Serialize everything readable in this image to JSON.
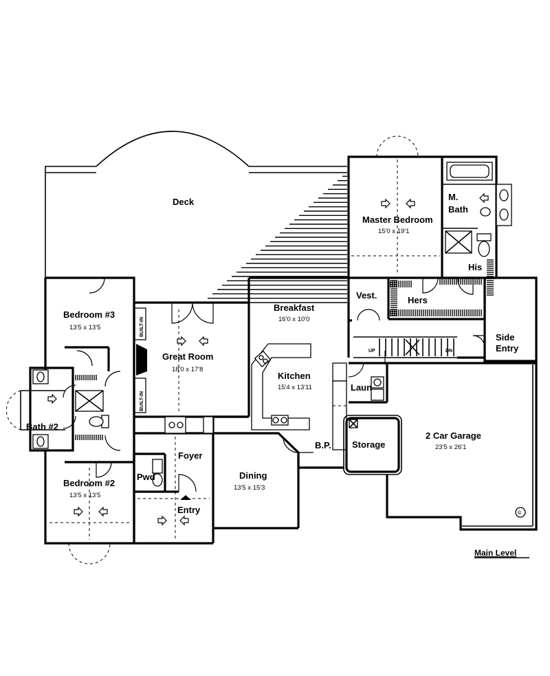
{
  "plan_title": "Main Level",
  "copyright_symbol": "©",
  "rooms": {
    "deck": {
      "name": "Deck"
    },
    "master_bedroom": {
      "name": "Master Bedroom",
      "dims": "15'0 x 19'1"
    },
    "m_bath": {
      "name_line1": "M.",
      "name_line2": "Bath"
    },
    "his": {
      "name": "His"
    },
    "hers": {
      "name": "Hers"
    },
    "vest": {
      "name": "Vest."
    },
    "breakfast": {
      "name": "Breakfast",
      "dims": "16'0 x 10'0"
    },
    "side_entry": {
      "name_line1": "Side",
      "name_line2": "Entry"
    },
    "bedroom3": {
      "name": "Bedroom #3",
      "dims": "13'5 x 13'5"
    },
    "great_room": {
      "name": "Great Room",
      "dims": "18'0 x 17'8"
    },
    "kitchen": {
      "name": "Kitchen",
      "dims": "15'4 x 13'11"
    },
    "bath2": {
      "name": "Bath #2"
    },
    "laun": {
      "name": "Laun"
    },
    "storage": {
      "name": "Storage"
    },
    "garage": {
      "name": "2 Car Garage",
      "dims": "23'5 x 26'1"
    },
    "bp": {
      "name": "B.P."
    },
    "foyer": {
      "name": "Foyer"
    },
    "pwd": {
      "name": "Pwd"
    },
    "dining": {
      "name": "Dining",
      "dims": "13'5 x 15'3"
    },
    "entry": {
      "name": "Entry"
    },
    "bedroom2": {
      "name": "Bedroom #2",
      "dims": "13'5 x 13'5"
    }
  },
  "annotations": {
    "built_in_top": "BUILT-IN",
    "built_in_bottom": "BUILT-IN",
    "stair_up": "UP",
    "stair_down": "DN"
  }
}
